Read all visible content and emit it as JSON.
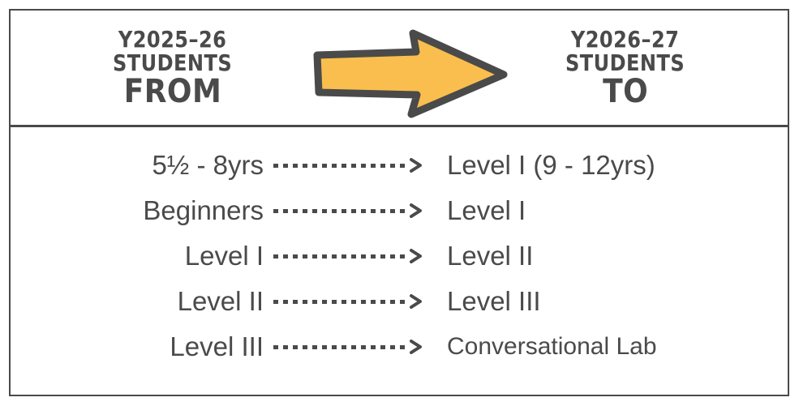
{
  "colors": {
    "ink": "#4a4a4a",
    "arrow_fill": "#f9be4d",
    "arrow_outline": "#4a4a4a",
    "background": "#ffffff"
  },
  "header": {
    "left": {
      "line1": "Y2025–26",
      "line2": "STUDENTS",
      "line3": "FROM"
    },
    "right": {
      "line1": "Y2026–27",
      "line2": "STUDENTS",
      "line3": "TO"
    },
    "arrow_icon": "right-arrow-icon"
  },
  "mappings": [
    {
      "from": "5½ - 8yrs",
      "to": "Level I (9 - 12yrs)",
      "connector": "dotted-arrow-icon"
    },
    {
      "from": "Beginners",
      "to": "Level I",
      "connector": "dotted-arrow-icon"
    },
    {
      "from": "Level I",
      "to": "Level II",
      "connector": "dotted-arrow-icon"
    },
    {
      "from": "Level II",
      "to": "Level III",
      "connector": "dotted-arrow-icon"
    },
    {
      "from": "Level III",
      "to": "Conversational Lab",
      "connector": "dotted-arrow-icon"
    }
  ]
}
